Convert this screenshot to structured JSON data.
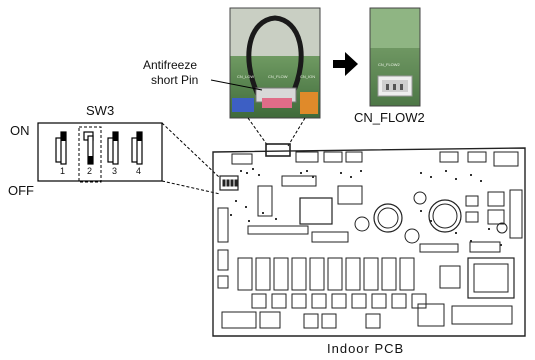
{
  "labels": {
    "antifreeze_line1": "Antifreeze",
    "antifreeze_line2": "short Pin",
    "connector": "CN_FLOW2",
    "switch_name": "SW3",
    "on": "ON",
    "off": "OFF",
    "board": "Indoor PCB"
  },
  "switch": {
    "positions": [
      "1",
      "2",
      "3",
      "4"
    ],
    "states": [
      "ON",
      "OFF",
      "ON",
      "ON"
    ],
    "highlighted": "2"
  },
  "colors": {
    "pcb_outline": "#222222",
    "photo_green": "#5a8a5a",
    "arrow": "#000000"
  },
  "icons": {
    "arrow": "right-arrow-icon"
  }
}
